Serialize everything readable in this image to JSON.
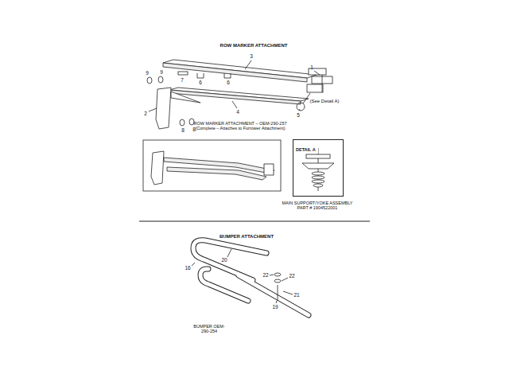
{
  "diagram": {
    "nodes": [
      {
        "text": [
          "DETAIL A"
        ]
      }
    ],
    "labels": [
      "ROW MARKER ATTACHMENT",
      "3",
      "1",
      "9",
      "9",
      "7",
      "6",
      "6",
      "2",
      "4",
      "8",
      "8",
      "(See Detail A)",
      "5",
      "ROW MARKER ATTACHMENT – OEM-290-257 (Complete – Attaches to Furrower Attachment)",
      "MAIN SUPPORT/YOKE ASSEMBLY PART # 1904522001",
      "BUMPER ATTACHMENT",
      "20",
      "16",
      "22",
      "22",
      "21",
      "19",
      "BUMPER OEM-290-254"
    ]
  }
}
